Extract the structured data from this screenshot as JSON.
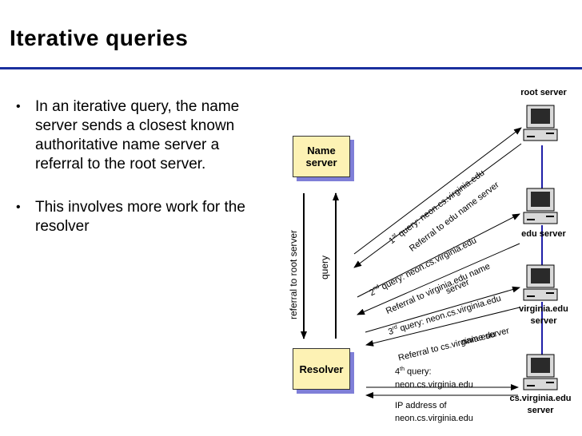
{
  "title": "Iterative  queries",
  "bullets": [
    "In an iterative query, the name server  sends a closest known authoritative name server a referral to the root server.",
    "This involves more work for the resolver"
  ],
  "diagram": {
    "name_server": "Name server",
    "resolver": "Resolver",
    "referral_vertical": "referral to root server",
    "query_vertical": "query",
    "servers": {
      "root": "root server",
      "edu": "edu server",
      "virginia": "virginia.edu server",
      "cs": "cs.virginia.edu server"
    },
    "messages": {
      "q1_num": "1",
      "q1_sup": "st",
      "q1": " query: neon.cs.virginia.edu",
      "r1": "Referral to edu name server",
      "q2_num": "2",
      "q2_sup": "nd",
      "q2": " query: neon.cs.virginia.edu",
      "r2a": "Referral to virginia.edu name",
      "r2b": "server",
      "q3_num": "3",
      "q3_sup": "rd",
      "q3": " query: neon.cs.virginia.edu",
      "r3a": "Referral to cs.virginia.edu",
      "r3b": "name server",
      "q4_num": "4",
      "q4_sup": "th",
      "q4a": " query:",
      "q4b": "neon.cs.virginia.edu",
      "r4a": "IP address of",
      "r4b": "neon.cs.virginia.edu"
    }
  },
  "colors": {
    "rule": "#1a2f9e",
    "box_fill": "#fdf2b4",
    "box_shadow": "#7f7fd8",
    "server_link": "#1f1fa8"
  }
}
